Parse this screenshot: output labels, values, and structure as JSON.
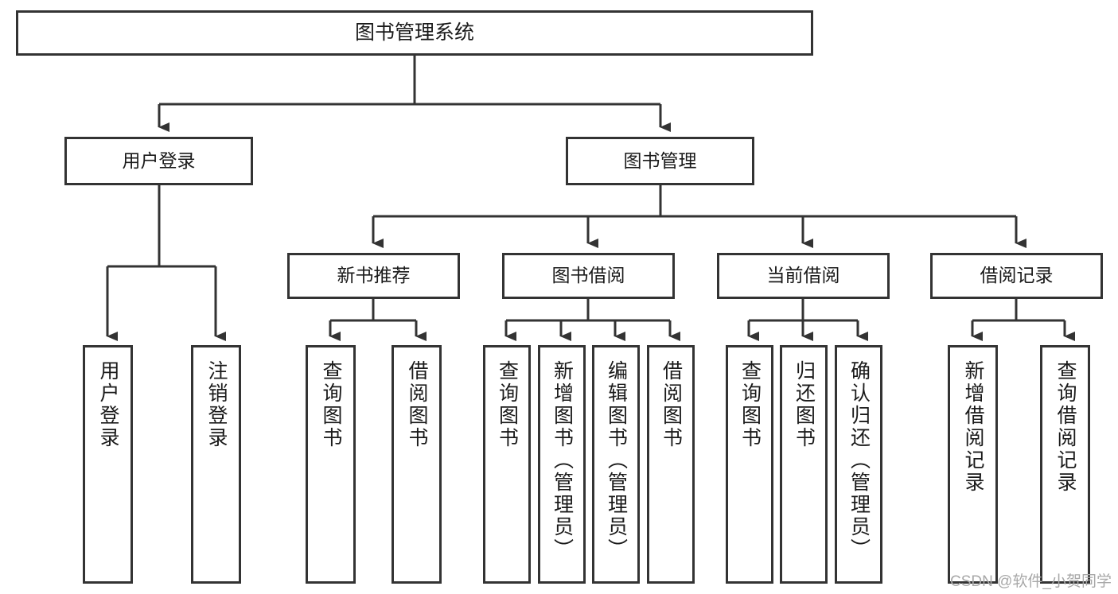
{
  "diagram": {
    "title": "图书管理系统",
    "type": "tree-hierarchy",
    "line_color": "#333333",
    "box_fill": "#ffffff",
    "text_color": "#1a1a1a"
  },
  "nodes": {
    "root": {
      "label": "图书管理系统"
    },
    "level2": [
      {
        "id": "user-login",
        "label": "用户登录"
      },
      {
        "id": "book-manage",
        "label": "图书管理"
      }
    ],
    "level3": [
      {
        "id": "new-book-rec",
        "label": "新书推荐"
      },
      {
        "id": "book-borrow",
        "label": "图书借阅"
      },
      {
        "id": "current-borrow",
        "label": "当前借阅"
      },
      {
        "id": "borrow-record",
        "label": "借阅记录"
      }
    ],
    "leaves": [
      {
        "id": "leaf-user-login",
        "label": "用户登录",
        "parent": "user-login"
      },
      {
        "id": "leaf-user-logout",
        "label": "注销登录",
        "parent": "user-login"
      },
      {
        "id": "leaf-query-book-1",
        "label": "查询图书",
        "parent": "new-book-rec"
      },
      {
        "id": "leaf-borrow-book-1",
        "label": "借阅图书",
        "parent": "new-book-rec"
      },
      {
        "id": "leaf-query-book-2",
        "label": "查询图书",
        "parent": "book-borrow"
      },
      {
        "id": "leaf-add-book",
        "label": "新增图书（管理员）",
        "parent": "book-borrow"
      },
      {
        "id": "leaf-edit-book",
        "label": "编辑图书（管理员）",
        "parent": "book-borrow"
      },
      {
        "id": "leaf-borrow-book-2",
        "label": "借阅图书",
        "parent": "book-borrow"
      },
      {
        "id": "leaf-query-book-3",
        "label": "查询图书",
        "parent": "current-borrow"
      },
      {
        "id": "leaf-return-book",
        "label": "归还图书",
        "parent": "current-borrow"
      },
      {
        "id": "leaf-confirm-return",
        "label": "确认归还（管理员）",
        "parent": "current-borrow"
      },
      {
        "id": "leaf-add-record",
        "label": "新增借阅记录",
        "parent": "borrow-record"
      },
      {
        "id": "leaf-query-record",
        "label": "查询借阅记录",
        "parent": "borrow-record"
      }
    ]
  },
  "watermark": {
    "text": "CSDN @软件_小贺同学"
  }
}
